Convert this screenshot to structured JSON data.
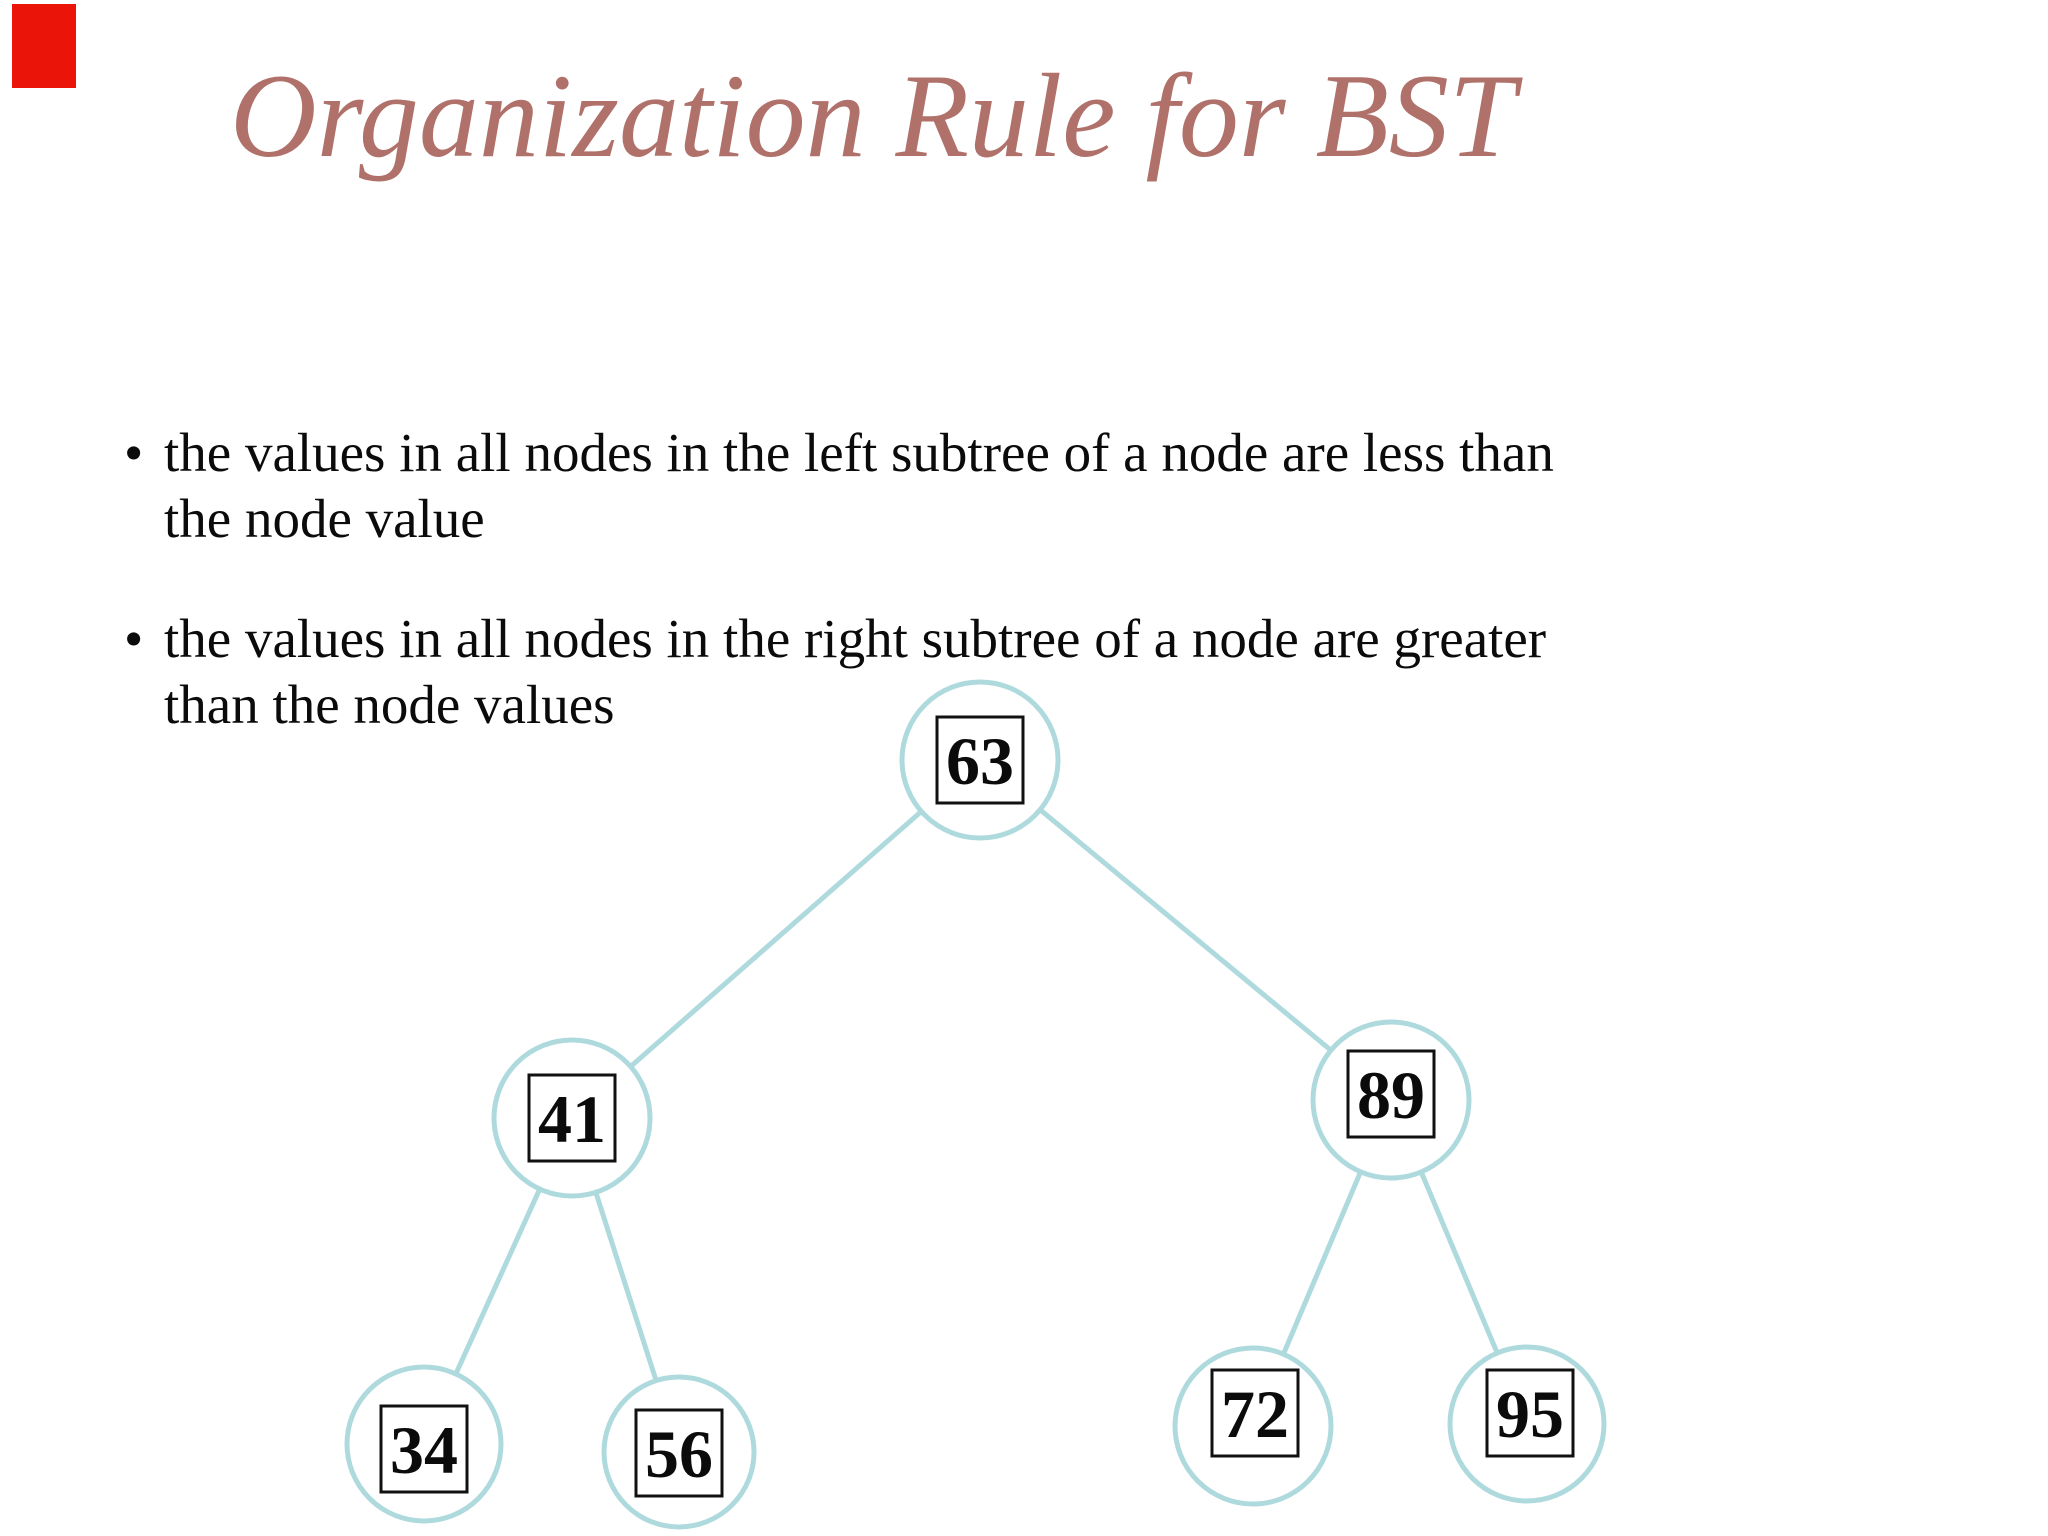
{
  "slide": {
    "title": "Organization Rule for BST",
    "title_color": "#b0716b",
    "background_color": "#ffffff",
    "corner_marker_color": "#ea1508",
    "bullets": [
      {
        "marker": "•",
        "line1": "the values in all nodes in the left subtree of a node are less than",
        "line2": "the node value"
      },
      {
        "marker": "•",
        "line1": "the values in all nodes in the right subtree of a node are greater",
        "line2": "than the node values"
      }
    ]
  },
  "tree": {
    "type": "binary-search-tree",
    "edge_color": "#aedade",
    "node_border_color": "#111111",
    "nodes": [
      {
        "value": "63",
        "role": "root"
      },
      {
        "value": "41",
        "role": "left child of 63"
      },
      {
        "value": "89",
        "role": "right child of 63"
      },
      {
        "value": "34",
        "role": "left child of 41"
      },
      {
        "value": "56",
        "role": "right child of 41"
      },
      {
        "value": "72",
        "role": "left child of 89"
      },
      {
        "value": "95",
        "role": "right child of 89"
      }
    ],
    "edges": [
      [
        "63",
        "41"
      ],
      [
        "63",
        "89"
      ],
      [
        "41",
        "34"
      ],
      [
        "41",
        "56"
      ],
      [
        "89",
        "72"
      ],
      [
        "89",
        "95"
      ]
    ]
  }
}
